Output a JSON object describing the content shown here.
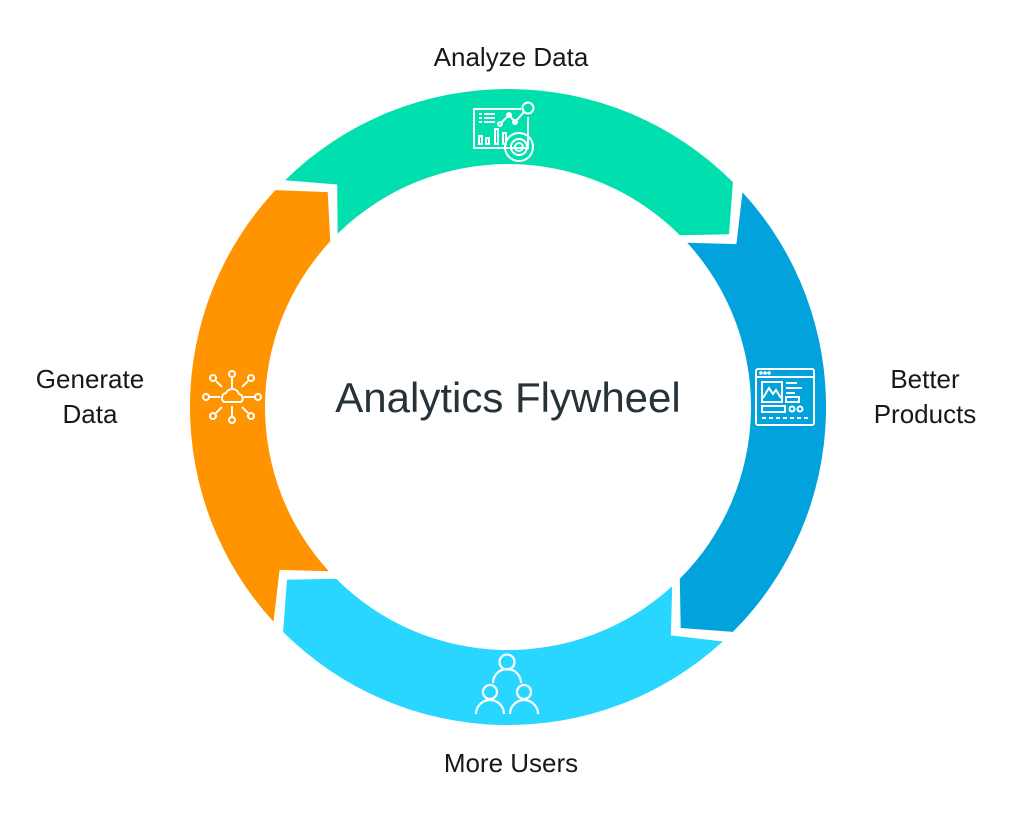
{
  "title": "Analytics Flywheel",
  "segments": [
    {
      "name": "Analyze Data",
      "label_lines": [
        "Analyze Data"
      ],
      "color": "#02DFAE",
      "icon": "dashboard-analytics-icon"
    },
    {
      "name": "Better Products",
      "label_lines": [
        "Better",
        "Products"
      ],
      "color": "#02A3DC",
      "icon": "web-product-icon"
    },
    {
      "name": "More Users",
      "label_lines": [
        "More Users"
      ],
      "color": "#29D6FF",
      "icon": "users-group-icon"
    },
    {
      "name": "Generate Data",
      "label_lines": [
        "Generate",
        "Data"
      ],
      "color": "#FF9300",
      "icon": "cloud-network-icon"
    }
  ]
}
